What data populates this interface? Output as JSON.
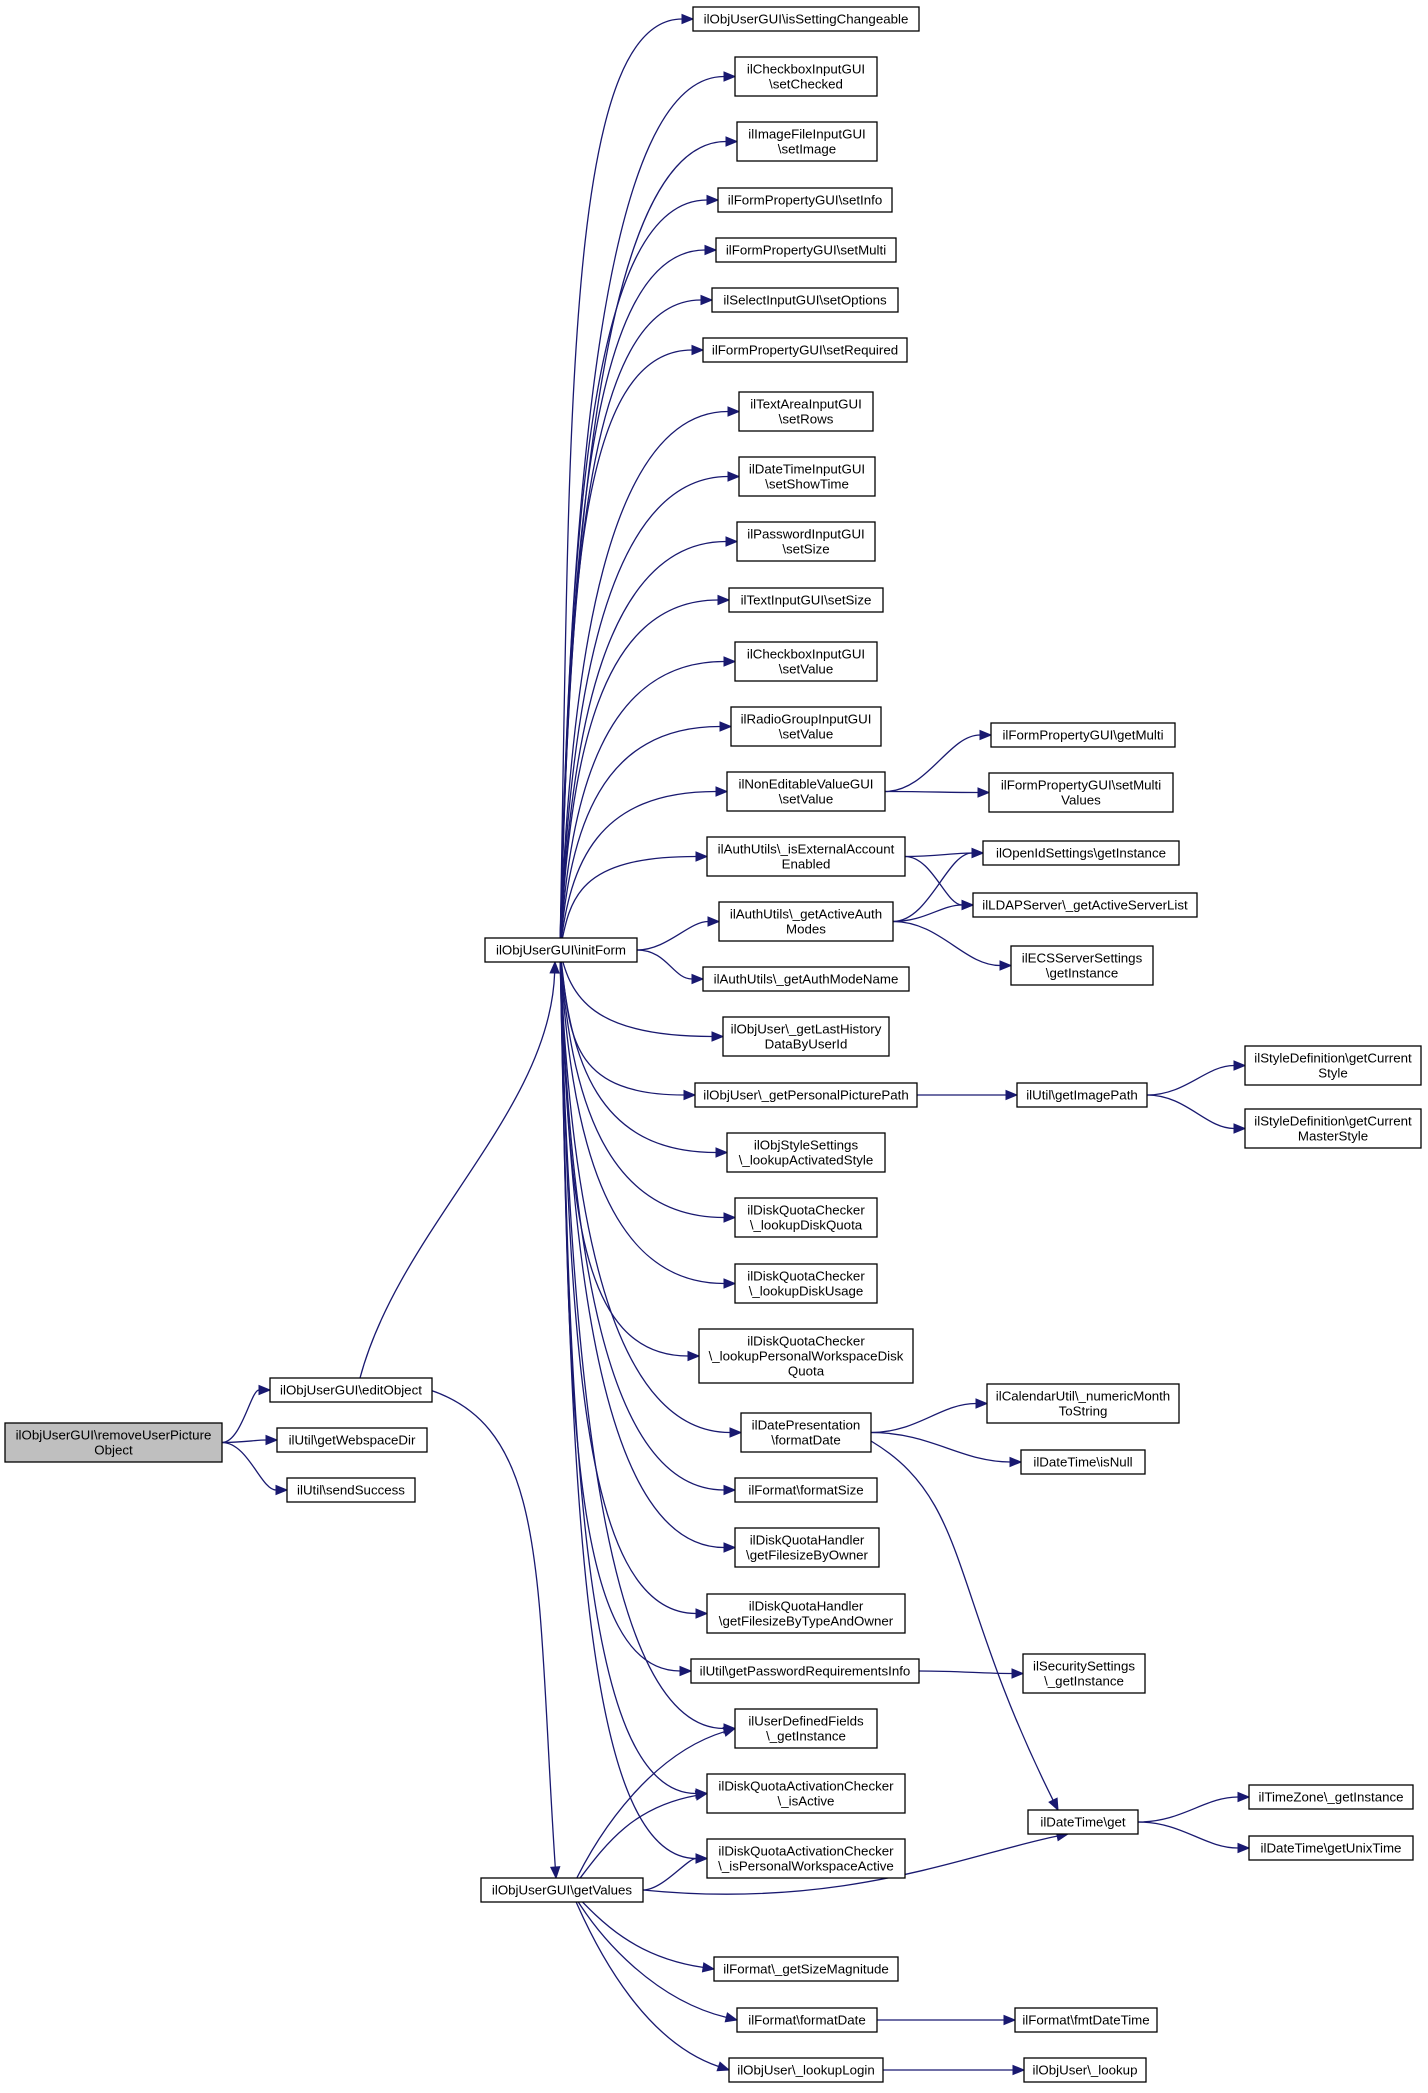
{
  "colors": {
    "edge": "#191970",
    "node_border": "#000000",
    "node_fill": "#ffffff",
    "root_fill": "#bfbfbf"
  },
  "nodes": [
    {
      "id": "root",
      "lines": [
        "ilObjUserGUI\\removeUserPicture",
        "Object"
      ],
      "root": true
    },
    {
      "id": "editObject",
      "lines": [
        "ilObjUserGUI\\editObject"
      ]
    },
    {
      "id": "getWebspaceDir",
      "lines": [
        "ilUtil\\getWebspaceDir"
      ]
    },
    {
      "id": "sendSuccess",
      "lines": [
        "ilUtil\\sendSuccess"
      ]
    },
    {
      "id": "initForm",
      "lines": [
        "ilObjUserGUI\\initForm"
      ]
    },
    {
      "id": "getValues",
      "lines": [
        "ilObjUserGUI\\getValues"
      ]
    },
    {
      "id": "isSettingChangeable",
      "lines": [
        "ilObjUserGUI\\isSettingChangeable"
      ]
    },
    {
      "id": "cbSetChecked",
      "lines": [
        "ilCheckboxInputGUI",
        "\\setChecked"
      ]
    },
    {
      "id": "imgSetImage",
      "lines": [
        "ilImageFileInputGUI",
        "\\setImage"
      ]
    },
    {
      "id": "fpSetInfo",
      "lines": [
        "ilFormPropertyGUI\\setInfo"
      ]
    },
    {
      "id": "fpSetMulti",
      "lines": [
        "ilFormPropertyGUI\\setMulti"
      ]
    },
    {
      "id": "selSetOptions",
      "lines": [
        "ilSelectInputGUI\\setOptions"
      ]
    },
    {
      "id": "fpSetRequired",
      "lines": [
        "ilFormPropertyGUI\\setRequired"
      ]
    },
    {
      "id": "taSetRows",
      "lines": [
        "ilTextAreaInputGUI",
        "\\setRows"
      ]
    },
    {
      "id": "dtSetShowTime",
      "lines": [
        "ilDateTimeInputGUI",
        "\\setShowTime"
      ]
    },
    {
      "id": "pwSetSize",
      "lines": [
        "ilPasswordInputGUI",
        "\\setSize"
      ]
    },
    {
      "id": "tiSetSize",
      "lines": [
        "ilTextInputGUI\\setSize"
      ]
    },
    {
      "id": "cbSetValue",
      "lines": [
        "ilCheckboxInputGUI",
        "\\setValue"
      ]
    },
    {
      "id": "rgSetValue",
      "lines": [
        "ilRadioGroupInputGUI",
        "\\setValue"
      ]
    },
    {
      "id": "neSetValue",
      "lines": [
        "ilNonEditableValueGUI",
        "\\setValue"
      ]
    },
    {
      "id": "isExtAcc",
      "lines": [
        "ilAuthUtils\\_isExternalAccount",
        "Enabled"
      ]
    },
    {
      "id": "getActiveAuth",
      "lines": [
        "ilAuthUtils\\_getActiveAuth",
        "Modes"
      ]
    },
    {
      "id": "getAuthModeName",
      "lines": [
        "ilAuthUtils\\_getAuthModeName"
      ]
    },
    {
      "id": "lastHistory",
      "lines": [
        "ilObjUser\\_getLastHistory",
        "DataByUserId"
      ]
    },
    {
      "id": "personalPic",
      "lines": [
        "ilObjUser\\_getPersonalPicturePath"
      ]
    },
    {
      "id": "styleLookup",
      "lines": [
        "ilObjStyleSettings",
        "\\_lookupActivatedStyle"
      ]
    },
    {
      "id": "dqQuota",
      "lines": [
        "ilDiskQuotaChecker",
        "\\_lookupDiskQuota"
      ]
    },
    {
      "id": "dqUsage",
      "lines": [
        "ilDiskQuotaChecker",
        "\\_lookupDiskUsage"
      ]
    },
    {
      "id": "dqPersonal",
      "lines": [
        "ilDiskQuotaChecker",
        "\\_lookupPersonalWorkspaceDisk",
        "Quota"
      ]
    },
    {
      "id": "datePres",
      "lines": [
        "ilDatePresentation",
        "\\formatDate"
      ]
    },
    {
      "id": "fmtSize",
      "lines": [
        "ilFormat\\formatSize"
      ]
    },
    {
      "id": "dqhOwner",
      "lines": [
        "ilDiskQuotaHandler",
        "\\getFilesizeByOwner"
      ]
    },
    {
      "id": "dqhTypeOwner",
      "lines": [
        "ilDiskQuotaHandler",
        "\\getFilesizeByTypeAndOwner"
      ]
    },
    {
      "id": "pwReq",
      "lines": [
        "ilUtil\\getPasswordRequirementsInfo"
      ]
    },
    {
      "id": "udf",
      "lines": [
        "ilUserDefinedFields",
        "\\_getInstance"
      ]
    },
    {
      "id": "dqaActive",
      "lines": [
        "ilDiskQuotaActivationChecker",
        "\\_isActive"
      ]
    },
    {
      "id": "dqaPersonal",
      "lines": [
        "ilDiskQuotaActivationChecker",
        "\\_isPersonalWorkspaceActive"
      ]
    },
    {
      "id": "sizeMag",
      "lines": [
        "ilFormat\\_getSizeMagnitude"
      ]
    },
    {
      "id": "fmtDate",
      "lines": [
        "ilFormat\\formatDate"
      ]
    },
    {
      "id": "lookupLogin",
      "lines": [
        "ilObjUser\\_lookupLogin"
      ]
    },
    {
      "id": "fpGetMulti",
      "lines": [
        "ilFormPropertyGUI\\getMulti"
      ]
    },
    {
      "id": "fpSetMultiValues",
      "lines": [
        "ilFormPropertyGUI\\setMulti",
        "Values"
      ]
    },
    {
      "id": "openId",
      "lines": [
        "ilOpenIdSettings\\getInstance"
      ]
    },
    {
      "id": "ldap",
      "lines": [
        "ilLDAPServer\\_getActiveServerList"
      ]
    },
    {
      "id": "ecs",
      "lines": [
        "ilECSServerSettings",
        "\\getInstance"
      ]
    },
    {
      "id": "imagePath",
      "lines": [
        "ilUtil\\getImagePath"
      ]
    },
    {
      "id": "styleCurrent",
      "lines": [
        "ilStyleDefinition\\getCurrent",
        "Style"
      ]
    },
    {
      "id": "styleMaster",
      "lines": [
        "ilStyleDefinition\\getCurrent",
        "MasterStyle"
      ]
    },
    {
      "id": "calMonth",
      "lines": [
        "ilCalendarUtil\\_numericMonth",
        "ToString"
      ]
    },
    {
      "id": "dtIsNull",
      "lines": [
        "ilDateTime\\isNull"
      ]
    },
    {
      "id": "secSettings",
      "lines": [
        "ilSecuritySettings",
        "\\_getInstance"
      ]
    },
    {
      "id": "dtGet",
      "lines": [
        "ilDateTime\\get"
      ]
    },
    {
      "id": "tzInstance",
      "lines": [
        "ilTimeZone\\_getInstance"
      ]
    },
    {
      "id": "unixTime",
      "lines": [
        "ilDateTime\\getUnixTime"
      ]
    },
    {
      "id": "fmtDateTime",
      "lines": [
        "ilFormat\\fmtDateTime"
      ]
    },
    {
      "id": "lookup",
      "lines": [
        "ilObjUser\\_lookup"
      ]
    }
  ],
  "edges": [
    [
      "root",
      "editObject"
    ],
    [
      "root",
      "getWebspaceDir"
    ],
    [
      "root",
      "sendSuccess"
    ],
    [
      "editObject",
      "initForm"
    ],
    [
      "editObject",
      "getValues"
    ],
    [
      "initForm",
      "isSettingChangeable"
    ],
    [
      "initForm",
      "cbSetChecked"
    ],
    [
      "initForm",
      "imgSetImage"
    ],
    [
      "initForm",
      "fpSetInfo"
    ],
    [
      "initForm",
      "fpSetMulti"
    ],
    [
      "initForm",
      "selSetOptions"
    ],
    [
      "initForm",
      "fpSetRequired"
    ],
    [
      "initForm",
      "taSetRows"
    ],
    [
      "initForm",
      "dtSetShowTime"
    ],
    [
      "initForm",
      "pwSetSize"
    ],
    [
      "initForm",
      "tiSetSize"
    ],
    [
      "initForm",
      "cbSetValue"
    ],
    [
      "initForm",
      "rgSetValue"
    ],
    [
      "initForm",
      "neSetValue"
    ],
    [
      "initForm",
      "isExtAcc"
    ],
    [
      "initForm",
      "getActiveAuth"
    ],
    [
      "initForm",
      "getAuthModeName"
    ],
    [
      "initForm",
      "lastHistory"
    ],
    [
      "initForm",
      "personalPic"
    ],
    [
      "initForm",
      "styleLookup"
    ],
    [
      "initForm",
      "dqQuota"
    ],
    [
      "initForm",
      "dqUsage"
    ],
    [
      "initForm",
      "dqPersonal"
    ],
    [
      "initForm",
      "datePres"
    ],
    [
      "initForm",
      "fmtSize"
    ],
    [
      "initForm",
      "dqhOwner"
    ],
    [
      "initForm",
      "dqhTypeOwner"
    ],
    [
      "initForm",
      "pwReq"
    ],
    [
      "initForm",
      "udf"
    ],
    [
      "initForm",
      "dqaActive"
    ],
    [
      "initForm",
      "dqaPersonal"
    ],
    [
      "neSetValue",
      "fpGetMulti"
    ],
    [
      "neSetValue",
      "fpSetMultiValues"
    ],
    [
      "isExtAcc",
      "openId"
    ],
    [
      "isExtAcc",
      "ldap"
    ],
    [
      "getActiveAuth",
      "openId"
    ],
    [
      "getActiveAuth",
      "ldap"
    ],
    [
      "getActiveAuth",
      "ecs"
    ],
    [
      "personalPic",
      "imagePath"
    ],
    [
      "imagePath",
      "styleCurrent"
    ],
    [
      "imagePath",
      "styleMaster"
    ],
    [
      "datePres",
      "calMonth"
    ],
    [
      "datePres",
      "dtIsNull"
    ],
    [
      "datePres",
      "dtGet"
    ],
    [
      "pwReq",
      "secSettings"
    ],
    [
      "dtGet",
      "tzInstance"
    ],
    [
      "dtGet",
      "unixTime"
    ],
    [
      "getValues",
      "udf"
    ],
    [
      "getValues",
      "dqaActive"
    ],
    [
      "getValues",
      "dqaPersonal"
    ],
    [
      "getValues",
      "dtGet"
    ],
    [
      "getValues",
      "sizeMag"
    ],
    [
      "getValues",
      "fmtDate"
    ],
    [
      "getValues",
      "lookupLogin"
    ],
    [
      "fmtDate",
      "fmtDateTime"
    ],
    [
      "lookupLogin",
      "lookup"
    ]
  ]
}
